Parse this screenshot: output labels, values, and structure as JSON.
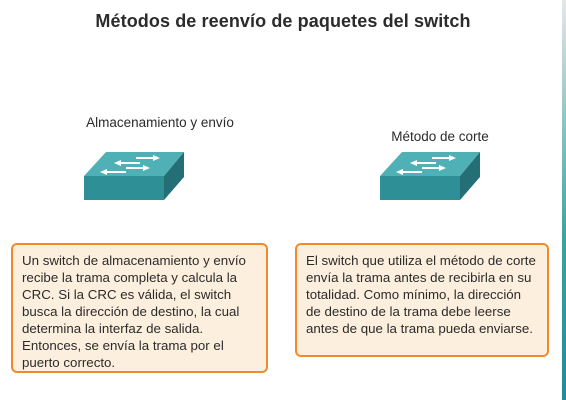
{
  "title": "Métodos de reenvío de paquetes del switch",
  "left": {
    "caption": "Almacenamiento y envío",
    "description": "Un switch de almacenamiento y envío recibe la trama completa y calcula la CRC. Si la CRC es válida, el switch busca la dirección de destino, la cual determina la interfaz de salida. Entonces, se envía la trama por el puerto correcto.",
    "icon": "network-switch-icon"
  },
  "right": {
    "caption": "Método de corte",
    "description": "El switch que utiliza el método de corte envía la trama antes de recibirla en su totalidad. Como mínimo, la dirección de destino de la trama debe leerse antes de que la trama pueda enviarse.",
    "icon": "network-switch-icon"
  },
  "colors": {
    "box_border": "#f08a2a",
    "box_fill": "#fdefdd",
    "switch_top": "#4aa7ad",
    "switch_front": "#2f8c93"
  }
}
